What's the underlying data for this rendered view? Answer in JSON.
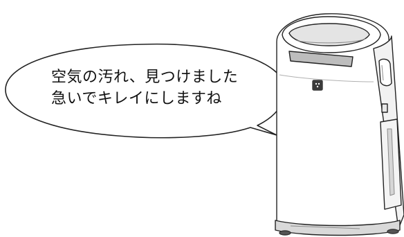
{
  "speech_bubble": {
    "line1": "空気の汚れ、見つけました",
    "line2": "急いでキレイにしますね"
  },
  "colors": {
    "outline": "#222222",
    "body_fill": "#ffffff",
    "shading": "#bdbdbd",
    "dark_shading": "#8a8a8a",
    "badge": "#3a3a3a"
  },
  "icons": {
    "brand_badge": "sharp-logo-badge"
  }
}
